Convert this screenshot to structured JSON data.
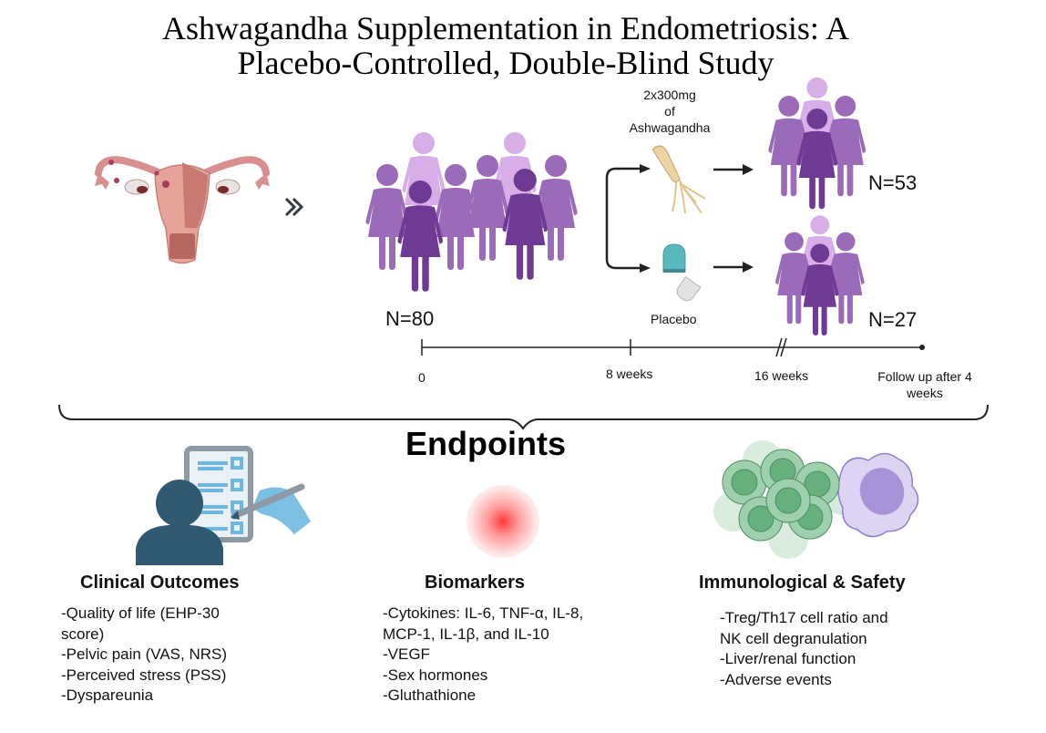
{
  "title": {
    "line1": "Ashwagandha Supplementation in Endometriosis: A",
    "line2": "Placebo-Controlled, Double-Blind Study"
  },
  "icons": {
    "uterus": "uterus-icon",
    "chevron": "double-chevron-right-icon",
    "population": "women-group-icon",
    "root": "ashwagandha-root-icon",
    "capsule": "capsule-icon",
    "questionnaire": "questionnaire-icon",
    "biomarker": "red-glow-icon",
    "cells": "immune-cells-icon"
  },
  "enrollment": {
    "n_label": "N=80"
  },
  "arms": [
    {
      "name": "ashwagandha",
      "dose_line1": "2x300mg",
      "dose_line2": "of",
      "dose_line3": "Ashwagandha",
      "n_label": "N=53"
    },
    {
      "name": "placebo",
      "label": "Placebo",
      "n_label": "N=27"
    }
  ],
  "timeline": {
    "ticks": [
      {
        "label": "0"
      },
      {
        "label": "8 weeks"
      },
      {
        "label": "16 weeks"
      },
      {
        "label_line1": "Follow up after 4",
        "label_line2": "weeks"
      }
    ]
  },
  "endpoints": {
    "heading": "Endpoints",
    "sections": [
      {
        "title": "Clinical Outcomes",
        "items": [
          "-Quality of life (EHP-30",
          "score)",
          "-Pelvic pain (VAS, NRS)",
          "-Perceived stress (PSS)",
          "-Dyspareunia"
        ]
      },
      {
        "title": "Biomarkers",
        "items": [
          "-Cytokines: IL-6, TNF-α, IL-8,",
          "MCP-1, IL-1β, and IL-10",
          "-VEGF",
          "-Sex hormones",
          "-Gluthathione"
        ]
      },
      {
        "title": "Immunological & Safety",
        "items": [
          "-Treg/Th17 cell ratio and",
          "NK cell degranulation",
          "-Liver/renal function",
          "-Adverse events"
        ]
      }
    ]
  },
  "colors": {
    "purple_light": "#d7aee8",
    "purple_mid": "#9b6ab8",
    "purple_dark": "#6f3a94",
    "teal": "#58b8bd",
    "navy_person": "#2f5a72",
    "light_blue": "#7bbfe3",
    "green_cell": "#66b07d",
    "violet_cell": "#b9a8e0",
    "red_glow": "#ff3b3b"
  }
}
